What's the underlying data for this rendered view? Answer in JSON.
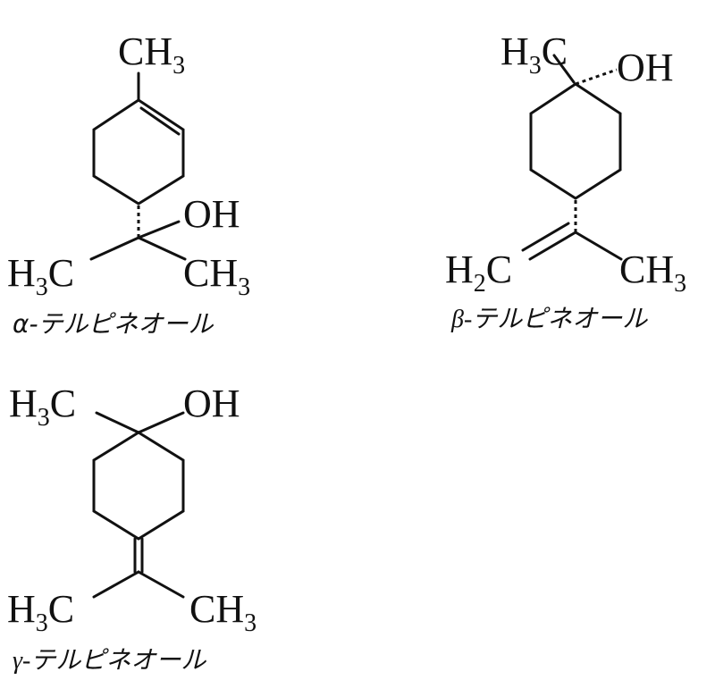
{
  "molecules": [
    {
      "caption": "α-テルピネオール",
      "labels": [
        "CH",
        "3",
        "OH",
        "H",
        "3",
        "C",
        "CH",
        "3"
      ]
    },
    {
      "caption": "β-テルピネオール",
      "labels": [
        "H",
        "3",
        "C",
        "OH",
        "H",
        "2",
        "C",
        "CH",
        "3"
      ]
    },
    {
      "caption": "γ-テルピネオール",
      "labels": [
        "H",
        "3",
        "C",
        "OH",
        "H",
        "3",
        "C",
        "CH",
        "3"
      ]
    }
  ]
}
